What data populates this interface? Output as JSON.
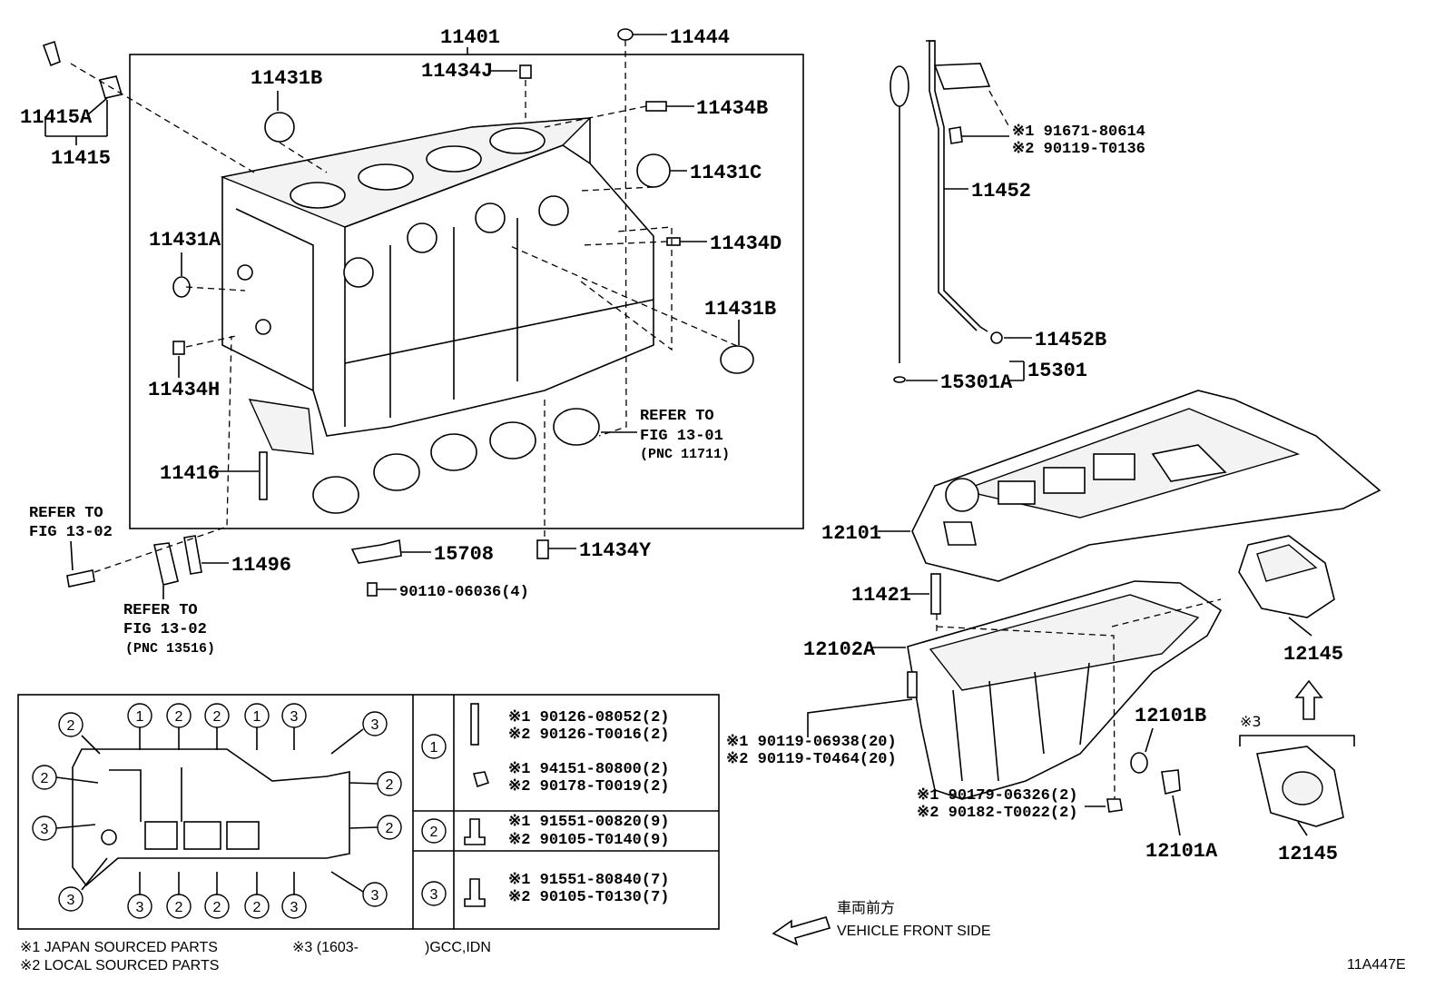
{
  "figure_code": "11A447E",
  "parts": {
    "p11401": "11401",
    "p11444": "11444",
    "p11434J": "11434J",
    "p11431B_top": "11431B",
    "p11434B": "11434B",
    "p11431C": "11431C",
    "p11431A": "11431A",
    "p11434D": "11434D",
    "p11431B_right": "11431B",
    "p11434H": "11434H",
    "p11416": "11416",
    "p11415A": "11415A",
    "p11415": "11415",
    "p11496": "11496",
    "p15708": "15708",
    "p90110": "90110-06036(4)",
    "p11434Y": "11434Y",
    "p11452": "11452",
    "p11452B": "11452B",
    "p15301A": "15301A",
    "p15301": "15301",
    "p12101": "12101",
    "p11421": "11421",
    "p12102A": "12102A",
    "p12101B": "12101B",
    "p12101A": "12101A",
    "p12145_top": "12145",
    "p12145_bottom": "12145"
  },
  "refs": {
    "fig1301_line1": "REFER TO",
    "fig1301_line2": "FIG 13-01",
    "fig1301_line3": "(PNC 11711)",
    "fig1302a_line1": "REFER TO",
    "fig1302a_line2": "FIG 13-02",
    "fig1302b_line1": "REFER TO",
    "fig1302b_line2": "FIG 13-02",
    "fig1302b_line3": "(PNC 13516)"
  },
  "bolt_notes": {
    "guide_bolt_1": "※1 91671-80614",
    "guide_bolt_2": "※2 90119-T0136",
    "pan_bolt_1": "※1 90119-06938(20)",
    "pan_bolt_2": "※2 90119-T0464(20)",
    "pan_nut_1": "※1 90179-06326(2)",
    "pan_nut_2": "※2 90182-T0022(2)",
    "variant_3": "※3"
  },
  "table": {
    "rows": [
      {
        "key": "1",
        "a1": "※1 90126-08052(2)",
        "a2": "※2 90126-T0016(2)",
        "b1": "※1 94151-80800(2)",
        "b2": "※2 90178-T0019(2)"
      },
      {
        "key": "2",
        "a1": "※1 91551-00820(9)",
        "a2": "※2 90105-T0140(9)"
      },
      {
        "key": "3",
        "a1": "※1 91551-80840(7)",
        "a2": "※2 90105-T0130(7)"
      }
    ]
  },
  "fastener_map": {
    "top_row": [
      "2",
      "1",
      "2",
      "2",
      "1",
      "3",
      "3"
    ],
    "left": [
      "2",
      "3"
    ],
    "right": [
      "2",
      "2",
      "3"
    ],
    "bottom_row": [
      "3",
      "3",
      "2",
      "2",
      "2",
      "3"
    ]
  },
  "legend": {
    "japan": "※1 JAPAN SOURCED PARTS",
    "local": "※2 LOCAL SOURCED PARTS",
    "variant": "※3 (1603-",
    "variant_tail": ")GCC,IDN",
    "front_jp": "車両前方",
    "front_en": "VEHICLE FRONT SIDE"
  }
}
